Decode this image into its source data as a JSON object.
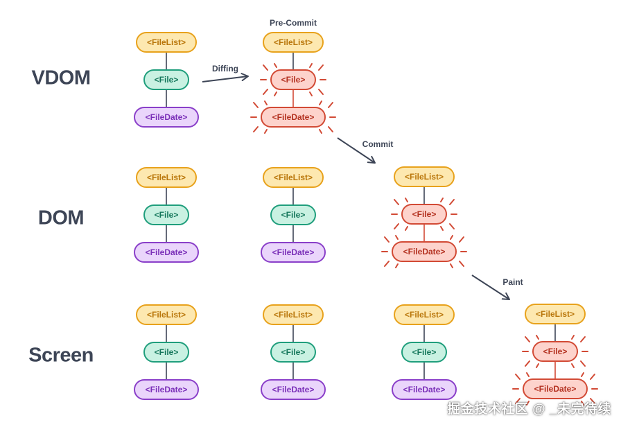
{
  "rows": {
    "vdom": "VDOM",
    "dom": "DOM",
    "screen": "Screen"
  },
  "nodes": {
    "list": "<FileList>",
    "file": "<File>",
    "date": "<FileDate>"
  },
  "labels": {
    "pre_commit": "Pre-Commit",
    "diffing": "Diffing",
    "commit": "Commit",
    "paint": "Paint"
  },
  "watermark": "掘金技术社区 @ _未完待续",
  "colors": {
    "list_fill": "#fde8b0",
    "file_fill": "#c9f1e2",
    "date_fill": "#ead5fb",
    "changed_fill": "#fdd3cc",
    "changed_stroke": "#d24a35"
  }
}
